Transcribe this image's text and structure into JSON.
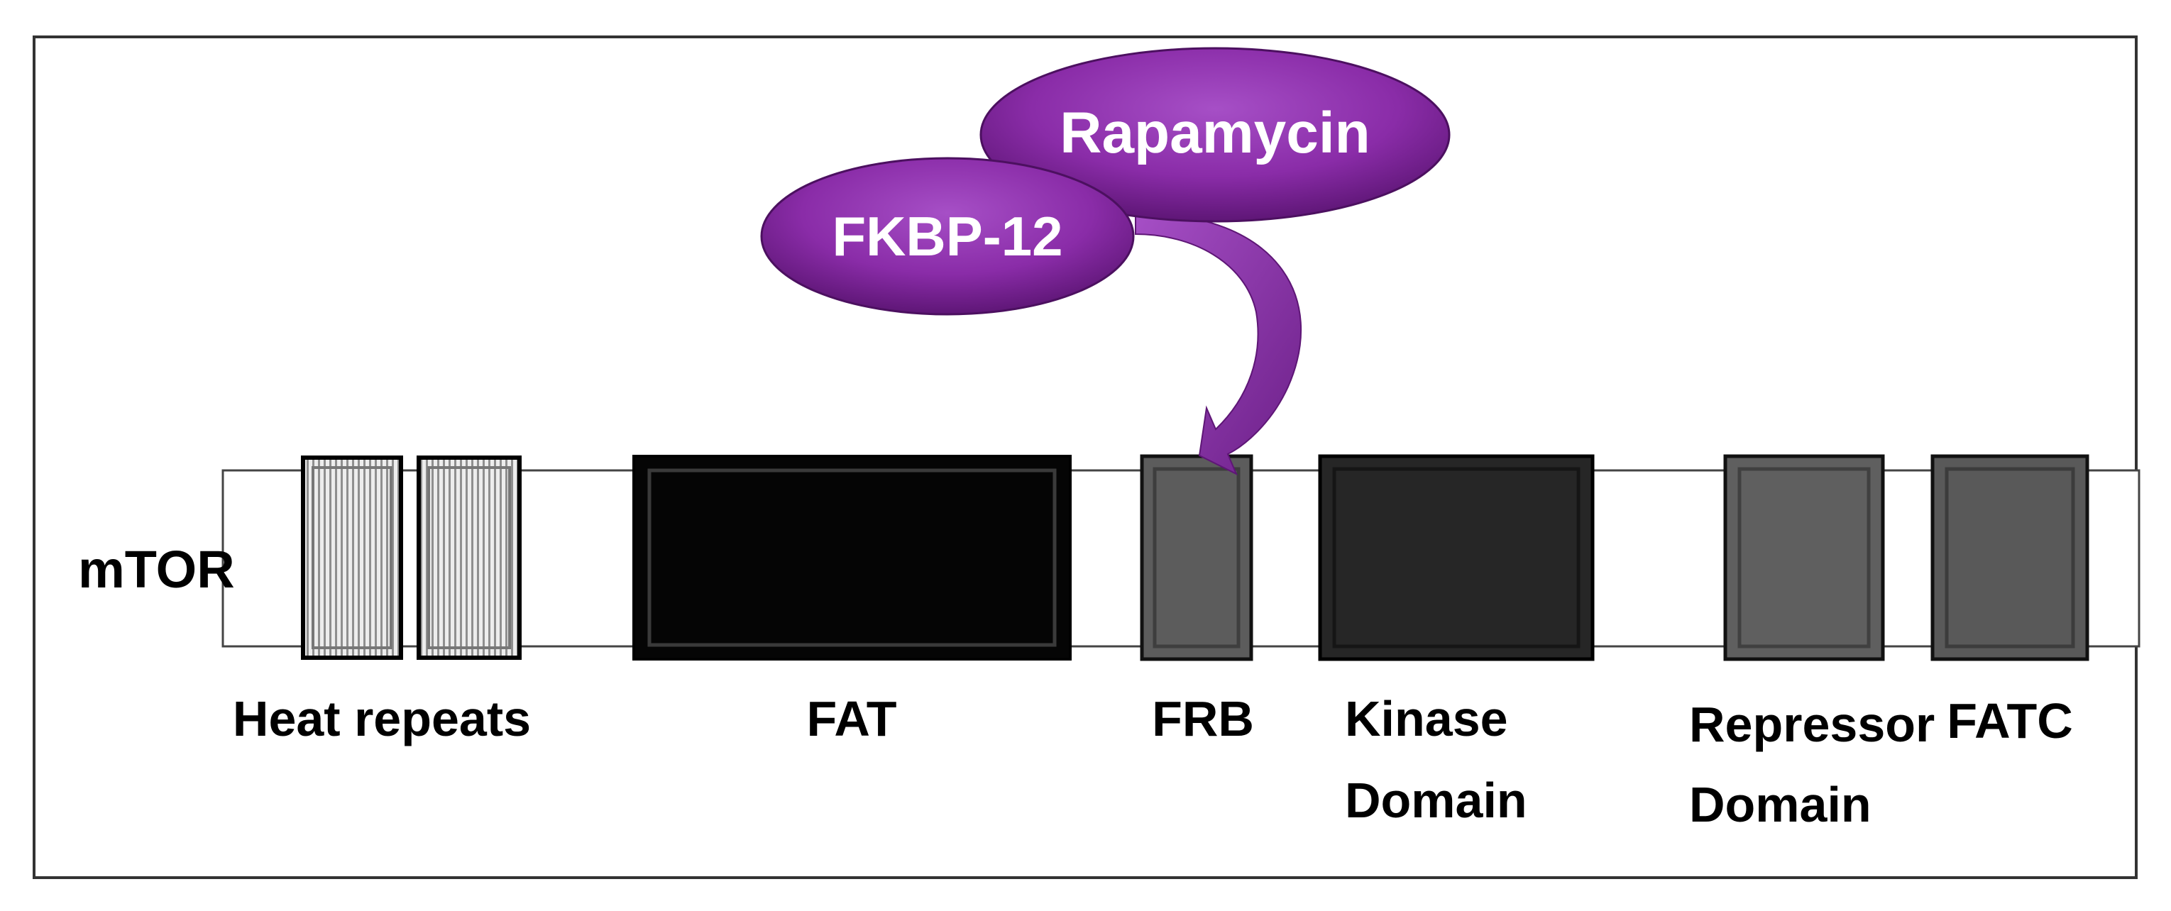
{
  "diagram": {
    "protein_label": "mTOR",
    "ligands": {
      "rapamycin": "Rapamycin",
      "fkbp12": "FKBP-12"
    },
    "domains": {
      "heat_repeats": "Heat repeats",
      "fat": "FAT",
      "frb": "FRB",
      "kinase_line1": "Kinase",
      "kinase_line2": "Domain",
      "repressor_line1": "Repressor",
      "repressor_line2": "Domain",
      "fatc": "FATC"
    },
    "colors": {
      "ligand_purple": "#8a2ca8",
      "fat_fill": "#050505",
      "kinase_fill": "#262626",
      "frb_fill": "#5c5c5c",
      "repressor_fill": "#5f5f5f",
      "fatc_fill": "#595959",
      "heat_fill": "#c8c8c8"
    }
  }
}
